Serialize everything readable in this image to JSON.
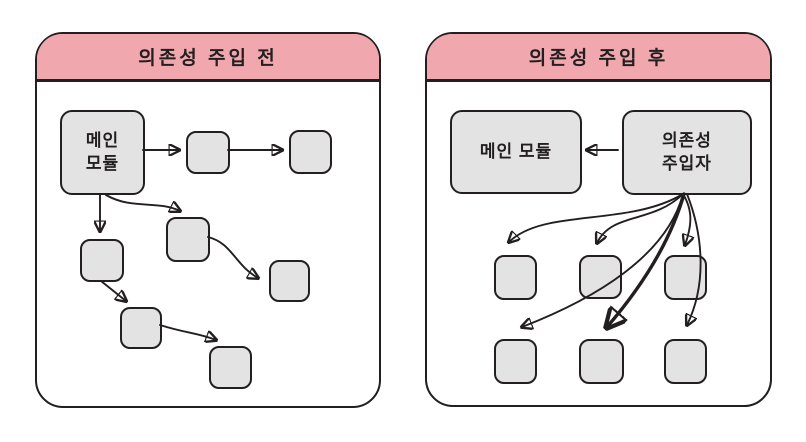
{
  "colors": {
    "header_pink": "#f0a8ae",
    "box_gray": "#e3e3e3",
    "ink": "#231f20",
    "panel_bg": "#ffffff"
  },
  "panels": {
    "before": {
      "title": "의존성 주입 전",
      "main_module_line1": "메인",
      "main_module_line2": "모듈",
      "dependency_box_count": 7
    },
    "after": {
      "title": "의존성 주입 후",
      "main_module": "메인 모듈",
      "injector_line1": "의존성",
      "injector_line2": "주입자",
      "dependency_box_count": 6
    }
  }
}
